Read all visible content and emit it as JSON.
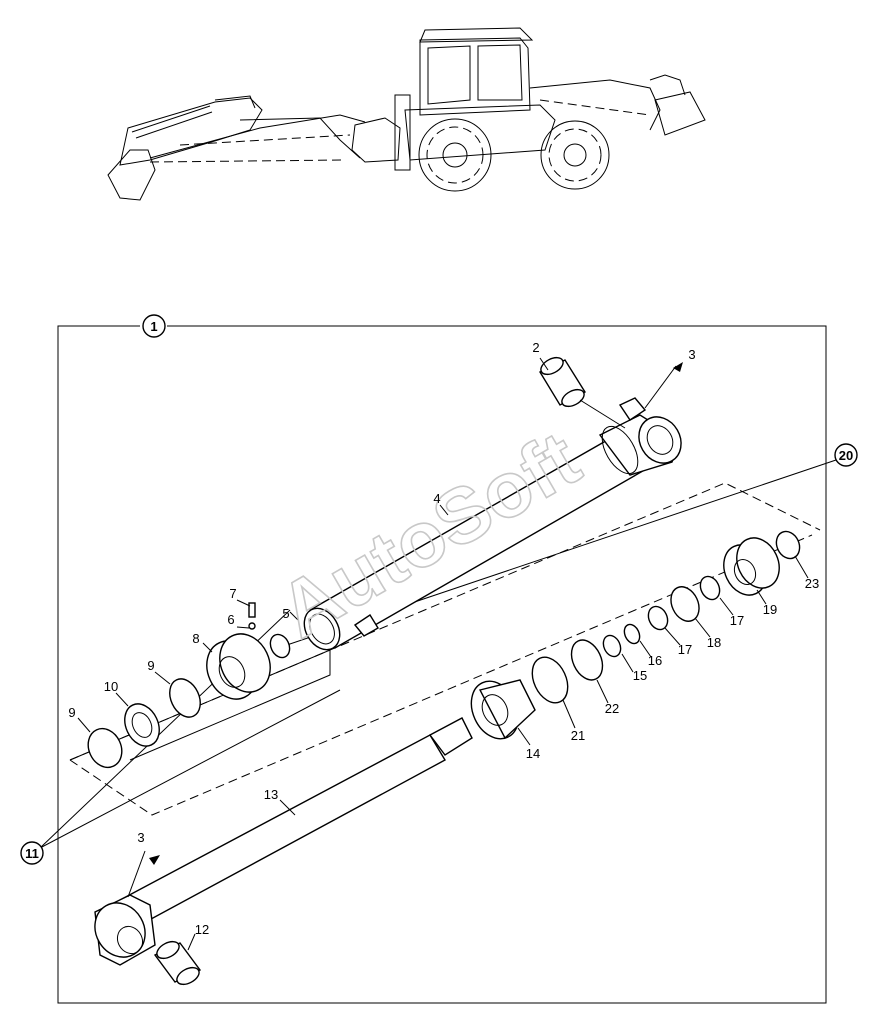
{
  "watermark": "AutoSoft",
  "assembly_callouts": {
    "main": "1",
    "upper_kit": "20",
    "lower_kit": "11"
  },
  "part_labels": {
    "p2": "2",
    "p3a": "3",
    "p3b": "3",
    "p4": "4",
    "p5": "5",
    "p6": "6",
    "p7": "7",
    "p8": "8",
    "p9a": "9",
    "p9b": "9",
    "p10": "10",
    "p12": "12",
    "p13": "13",
    "p14": "14",
    "p15": "15",
    "p16": "16",
    "p17a": "17",
    "p17b": "17",
    "p18": "18",
    "p19": "19",
    "p21": "21",
    "p22": "22",
    "p23": "23"
  }
}
